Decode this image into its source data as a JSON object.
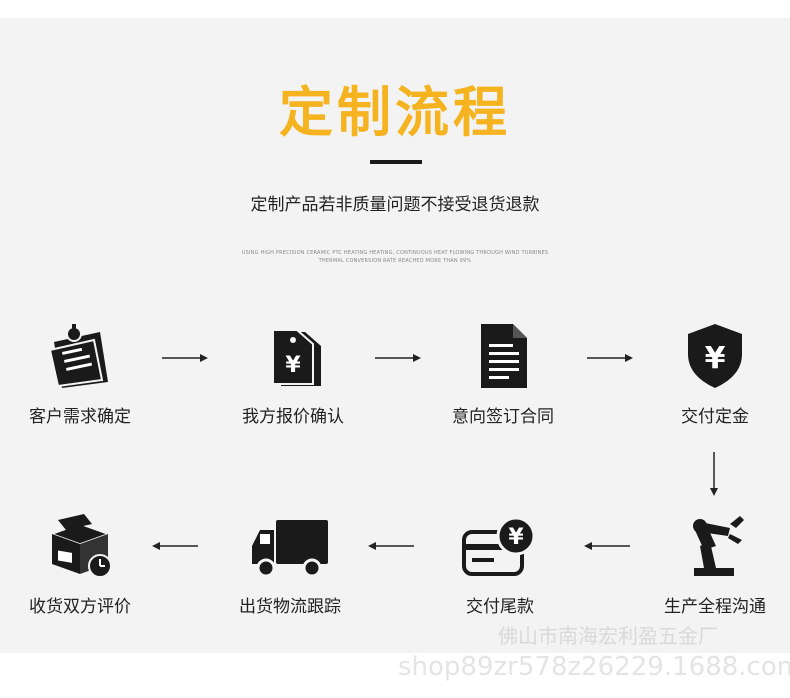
{
  "title": "定制流程",
  "subtitle": "定制产品若非质量问题不接受退货退款",
  "fine_print": [
    "USING HIGH PRECISION CERAMIC PTC HEATING HEATING, CONTINUOUS HEAT FLOWING THROUGH WIND TURBINES",
    "THERMAL CONVERSION RATE REACHED MORE THAN 99%"
  ],
  "steps": [
    {
      "label": "客户需求确定",
      "icon": "clipboard-icon"
    },
    {
      "label": "我方报价确认",
      "icon": "price-tag-icon"
    },
    {
      "label": "意向签订合同",
      "icon": "contract-icon"
    },
    {
      "label": "交付定金",
      "icon": "yen-shield-icon"
    },
    {
      "label": "生产全程沟通",
      "icon": "robot-arm-icon"
    },
    {
      "label": "交付尾款",
      "icon": "yen-card-icon"
    },
    {
      "label": "出货物流跟踪",
      "icon": "truck-icon"
    },
    {
      "label": "收货双方评价",
      "icon": "package-clock-icon"
    }
  ],
  "watermarks": [
    "佛山市南海宏利盈五金厂",
    "shop89zr578z26229.1688.com"
  ],
  "colors": {
    "title": "#f5b31f",
    "icon": "#1a1a1a",
    "panel": "#f3f3f3"
  }
}
